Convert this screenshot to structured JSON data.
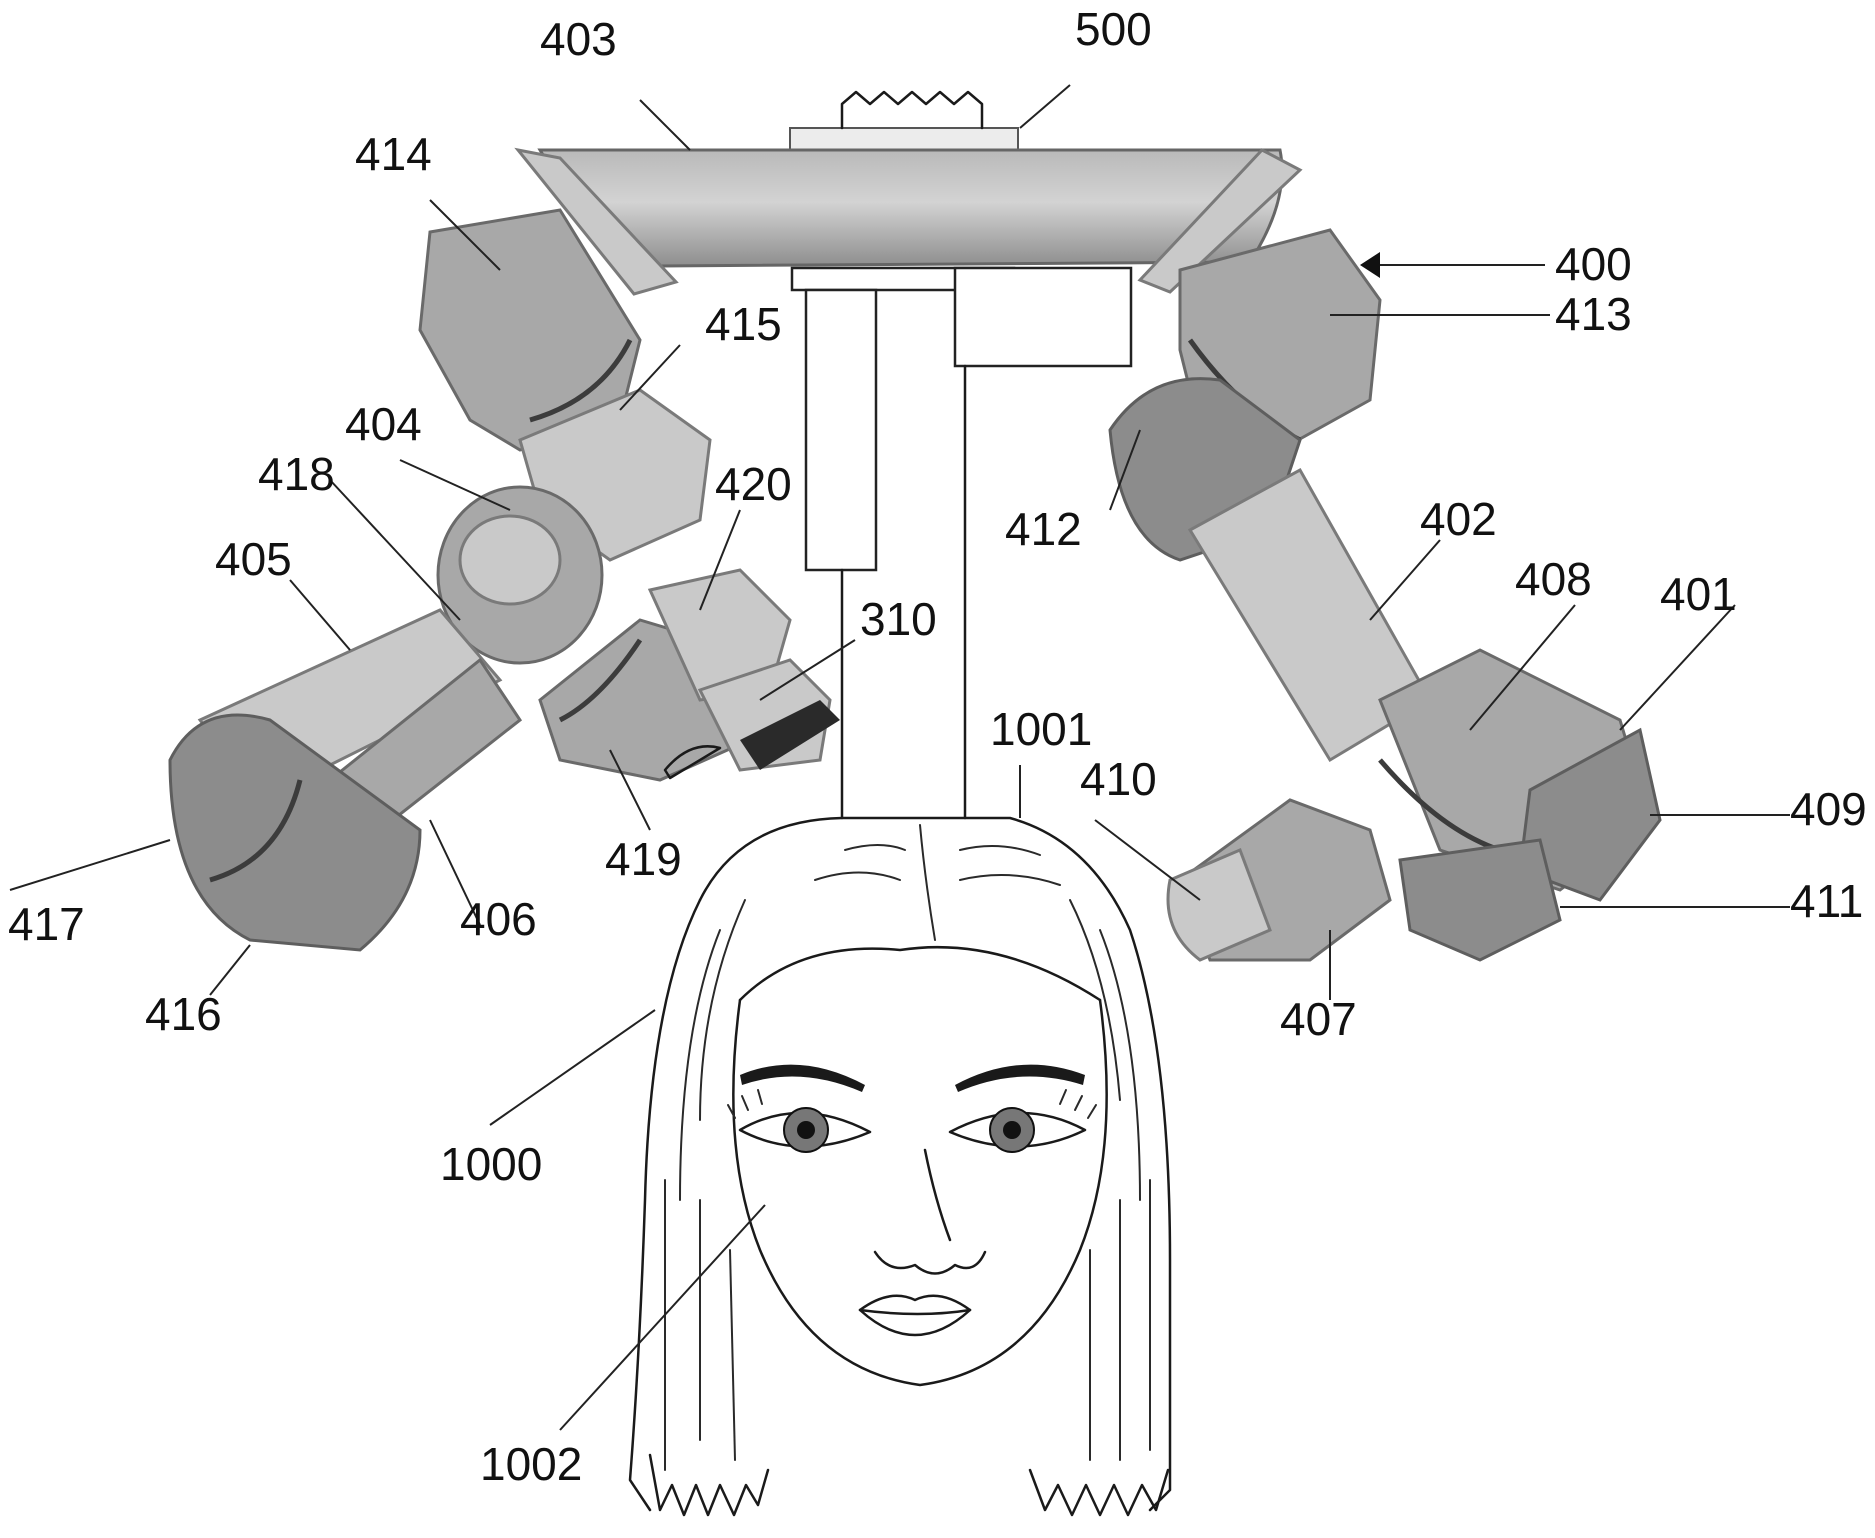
{
  "labels": {
    "r400": "400",
    "r401": "401",
    "r402": "402",
    "r403": "403",
    "r404": "404",
    "r405": "405",
    "r406": "406",
    "r407": "407",
    "r408": "408",
    "r409": "409",
    "r410": "410",
    "r411": "411",
    "r412": "412",
    "r413": "413",
    "r414": "414",
    "r415": "415",
    "r416": "416",
    "r417": "417",
    "r418": "418",
    "r419": "419",
    "r420": "420",
    "r310": "310",
    "r500": "500",
    "r1000": "1000",
    "r1001": "1001",
    "r1002": "1002"
  },
  "colors": {
    "arm_fill": "#a8a8a8",
    "arm_shadow": "#8c8c8c",
    "arm_highlight": "#c9c9c9",
    "line": "#1a1a1a",
    "background": "#ffffff"
  }
}
